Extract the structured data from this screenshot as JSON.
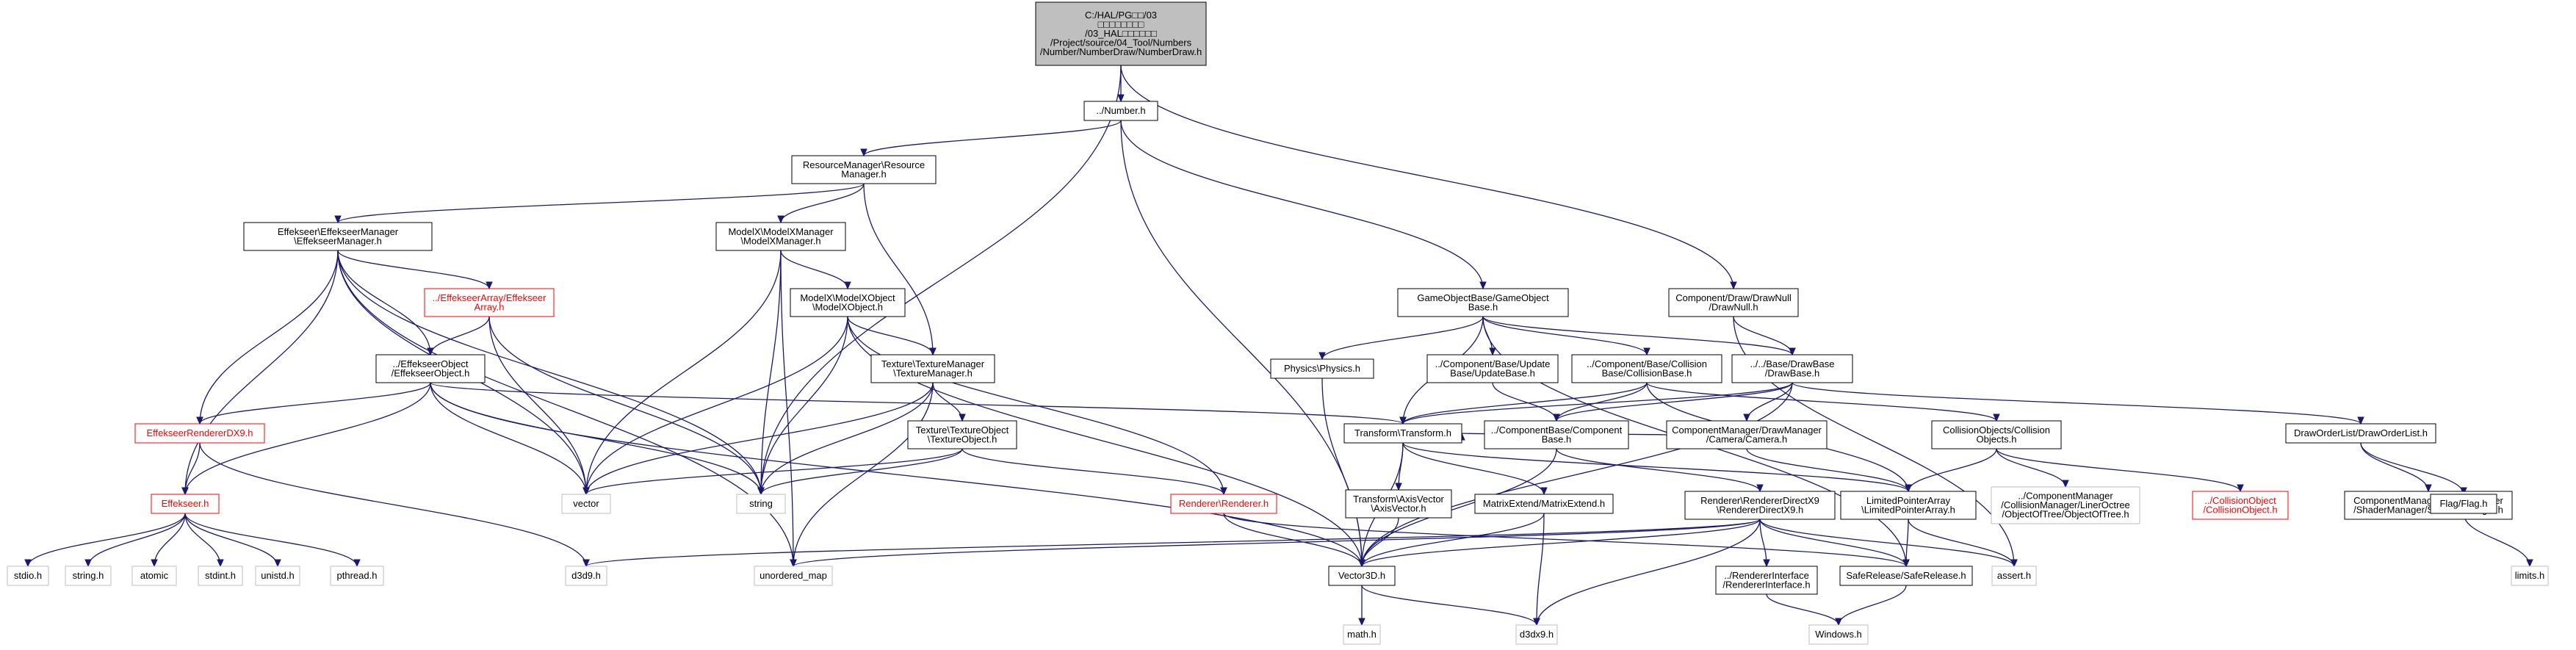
{
  "graph": {
    "title": "",
    "colors": {
      "edge": "#191970",
      "node_border": "#000000",
      "node_fill": "#ffffff",
      "root_fill": "#bfbfbf",
      "missing_border": "#bfbfbf",
      "broken_border": "#ff0000",
      "broken_text": "#ff0000"
    },
    "nodes": [
      {
        "id": "root",
        "lines": [
          "C:/HAL/PG□□/03",
          "□□□□□□□□",
          "/03_HAL□□□□□□",
          "/Project/source/04_Tool/Numbers",
          "/Number/NumberDraw/NumberDraw.h"
        ],
        "kind": "root"
      },
      {
        "id": "number",
        "lines": [
          "../Number.h"
        ],
        "kind": "file"
      },
      {
        "id": "resmgr",
        "lines": [
          "ResourceManager\\Resource",
          "Manager.h"
        ],
        "kind": "file"
      },
      {
        "id": "drawnull",
        "lines": [
          "Component/Draw/DrawNull",
          "/DrawNull.h"
        ],
        "kind": "file"
      },
      {
        "id": "goBase",
        "lines": [
          "GameObjectBase/GameObject",
          "Base.h"
        ],
        "kind": "file"
      },
      {
        "id": "effmgr",
        "lines": [
          "Effekseer\\EffekseerManager",
          "\\EffekseerManager.h"
        ],
        "kind": "file"
      },
      {
        "id": "modelxmgr",
        "lines": [
          "ModelX\\ModelXManager",
          "\\ModelXManager.h"
        ],
        "kind": "file"
      },
      {
        "id": "effarray",
        "lines": [
          "../EffekseerArray/Effekseer",
          "Array.h"
        ],
        "kind": "broken"
      },
      {
        "id": "modelxobj",
        "lines": [
          "ModelX\\ModelXObject",
          "\\ModelXObject.h"
        ],
        "kind": "file"
      },
      {
        "id": "texmgr",
        "lines": [
          "Texture\\TextureManager",
          "\\TextureManager.h"
        ],
        "kind": "file"
      },
      {
        "id": "effobj",
        "lines": [
          "../EffekseerObject",
          "/EffekseerObject.h"
        ],
        "kind": "file"
      },
      {
        "id": "effdx9",
        "lines": [
          "EffekseerRendererDX9.h"
        ],
        "kind": "broken"
      },
      {
        "id": "texobj",
        "lines": [
          "Texture\\TextureObject",
          "\\TextureObject.h"
        ],
        "kind": "file"
      },
      {
        "id": "physics",
        "lines": [
          "Physics\\Physics.h"
        ],
        "kind": "file"
      },
      {
        "id": "updbase",
        "lines": [
          "../Component/Base/Update",
          "Base/UpdateBase.h"
        ],
        "kind": "file"
      },
      {
        "id": "colbase",
        "lines": [
          "../Component/Base/Collision",
          "Base/CollisionBase.h"
        ],
        "kind": "file"
      },
      {
        "id": "drawbase",
        "lines": [
          "../../Base/DrawBase",
          "/DrawBase.h"
        ],
        "kind": "file"
      },
      {
        "id": "transform",
        "lines": [
          "Transform\\Transform.h"
        ],
        "kind": "file"
      },
      {
        "id": "compbase",
        "lines": [
          "../ComponentBase/Component",
          "Base.h"
        ],
        "kind": "file"
      },
      {
        "id": "camera",
        "lines": [
          "ComponentManager/DrawManager",
          "/Camera/Camera.h"
        ],
        "kind": "file"
      },
      {
        "id": "colobjs",
        "lines": [
          "CollisionObjects/Collision",
          "Objects.h"
        ],
        "kind": "file"
      },
      {
        "id": "draworder",
        "lines": [
          "DrawOrderList/DrawOrderList.h"
        ],
        "kind": "file"
      },
      {
        "id": "effeh",
        "lines": [
          "Effekseer.h"
        ],
        "kind": "broken"
      },
      {
        "id": "vector",
        "lines": [
          "vector"
        ],
        "kind": "missing"
      },
      {
        "id": "string",
        "lines": [
          "string"
        ],
        "kind": "missing"
      },
      {
        "id": "renderer",
        "lines": [
          "Renderer\\Renderer.h"
        ],
        "kind": "broken"
      },
      {
        "id": "axisvec",
        "lines": [
          "Transform\\AxisVector",
          "\\AxisVector.h"
        ],
        "kind": "file"
      },
      {
        "id": "matext",
        "lines": [
          "MatrixExtend/MatrixExtend.h"
        ],
        "kind": "file"
      },
      {
        "id": "rdx9",
        "lines": [
          "Renderer\\RendererDirectX9",
          "\\RendererDirectX9.h"
        ],
        "kind": "file"
      },
      {
        "id": "lpa",
        "lines": [
          "LimitedPointerArray",
          "\\LimitedPointerArray.h"
        ],
        "kind": "file"
      },
      {
        "id": "linoct",
        "lines": [
          "../ComponentManager",
          "/CollisionManager/LinerOctree",
          "/ObjectOfTree/ObjectOfTree.h"
        ],
        "kind": "missing"
      },
      {
        "id": "colobj",
        "lines": [
          "../CollisionObject",
          "/CollisionObject.h"
        ],
        "kind": "broken"
      },
      {
        "id": "shadermgr",
        "lines": [
          "ComponentManager/DrawManager",
          "/ShaderManager/ShaderManager.h"
        ],
        "kind": "file"
      },
      {
        "id": "flag",
        "lines": [
          "Flag/Flag.h"
        ],
        "kind": "file"
      },
      {
        "id": "stdio",
        "lines": [
          "stdio.h"
        ],
        "kind": "missing"
      },
      {
        "id": "stringh",
        "lines": [
          "string.h"
        ],
        "kind": "missing"
      },
      {
        "id": "atomic",
        "lines": [
          "atomic"
        ],
        "kind": "missing"
      },
      {
        "id": "stdint",
        "lines": [
          "stdint.h"
        ],
        "kind": "missing"
      },
      {
        "id": "unistd",
        "lines": [
          "unistd.h"
        ],
        "kind": "missing"
      },
      {
        "id": "pthread",
        "lines": [
          "pthread.h"
        ],
        "kind": "missing"
      },
      {
        "id": "d3d9",
        "lines": [
          "d3d9.h"
        ],
        "kind": "missing"
      },
      {
        "id": "umap",
        "lines": [
          "unordered_map"
        ],
        "kind": "missing"
      },
      {
        "id": "vec3d",
        "lines": [
          "Vector3D.h"
        ],
        "kind": "file"
      },
      {
        "id": "rif",
        "lines": [
          "../RendererInterface",
          "/RendererInterface.h"
        ],
        "kind": "file"
      },
      {
        "id": "safe",
        "lines": [
          "SafeRelease/SafeRelease.h"
        ],
        "kind": "file"
      },
      {
        "id": "assert",
        "lines": [
          "assert.h"
        ],
        "kind": "missing"
      },
      {
        "id": "limits",
        "lines": [
          "limits.h"
        ],
        "kind": "missing"
      },
      {
        "id": "math",
        "lines": [
          "math.h"
        ],
        "kind": "missing"
      },
      {
        "id": "d3dx9",
        "lines": [
          "d3dx9.h"
        ],
        "kind": "missing"
      },
      {
        "id": "windows",
        "lines": [
          "Windows.h"
        ],
        "kind": "missing"
      }
    ],
    "edges": [
      [
        "root",
        "number"
      ],
      [
        "root",
        "string"
      ],
      [
        "root",
        "drawnull"
      ],
      [
        "number",
        "resmgr"
      ],
      [
        "number",
        "goBase"
      ],
      [
        "number",
        "vec3d"
      ],
      [
        "resmgr",
        "effmgr"
      ],
      [
        "resmgr",
        "modelxmgr"
      ],
      [
        "resmgr",
        "texmgr"
      ],
      [
        "drawnull",
        "drawbase"
      ],
      [
        "drawnull",
        "assert"
      ],
      [
        "effmgr",
        "effarray"
      ],
      [
        "effmgr",
        "effobj"
      ],
      [
        "effmgr",
        "effdx9"
      ],
      [
        "effmgr",
        "effeh"
      ],
      [
        "effmgr",
        "vector"
      ],
      [
        "effmgr",
        "string"
      ],
      [
        "effmgr",
        "umap"
      ],
      [
        "modelxmgr",
        "modelxobj"
      ],
      [
        "modelxmgr",
        "vector"
      ],
      [
        "modelxmgr",
        "string"
      ],
      [
        "modelxmgr",
        "umap"
      ],
      [
        "effarray",
        "effobj"
      ],
      [
        "effarray",
        "vector"
      ],
      [
        "effarray",
        "string"
      ],
      [
        "modelxobj",
        "texmgr"
      ],
      [
        "modelxobj",
        "renderer"
      ],
      [
        "modelxobj",
        "vector"
      ],
      [
        "modelxobj",
        "string"
      ],
      [
        "modelxobj",
        "vec3d"
      ],
      [
        "effobj",
        "effdx9"
      ],
      [
        "effobj",
        "effeh"
      ],
      [
        "effobj",
        "transform"
      ],
      [
        "effobj",
        "vector"
      ],
      [
        "effobj",
        "string"
      ],
      [
        "effobj",
        "vec3d"
      ],
      [
        "texmgr",
        "texobj"
      ],
      [
        "texmgr",
        "vector"
      ],
      [
        "texmgr",
        "string"
      ],
      [
        "texmgr",
        "umap"
      ],
      [
        "texobj",
        "renderer"
      ],
      [
        "texobj",
        "vector"
      ],
      [
        "texobj",
        "string"
      ],
      [
        "effdx9",
        "effeh"
      ],
      [
        "effdx9",
        "d3d9"
      ],
      [
        "effeh",
        "stdio"
      ],
      [
        "effeh",
        "stringh"
      ],
      [
        "effeh",
        "atomic"
      ],
      [
        "effeh",
        "stdint"
      ],
      [
        "effeh",
        "unistd"
      ],
      [
        "effeh",
        "pthread"
      ],
      [
        "goBase",
        "physics"
      ],
      [
        "goBase",
        "updbase"
      ],
      [
        "goBase",
        "colbase"
      ],
      [
        "goBase",
        "drawbase"
      ],
      [
        "goBase",
        "transform"
      ],
      [
        "goBase",
        "safe"
      ],
      [
        "physics",
        "vec3d"
      ],
      [
        "updbase",
        "compbase"
      ],
      [
        "colbase",
        "compbase"
      ],
      [
        "colbase",
        "colobjs"
      ],
      [
        "colbase",
        "lpa"
      ],
      [
        "colbase",
        "transform"
      ],
      [
        "drawbase",
        "compbase"
      ],
      [
        "drawbase",
        "camera"
      ],
      [
        "drawbase",
        "draworder"
      ],
      [
        "drawbase",
        "transform"
      ],
      [
        "drawbase",
        "vec3d"
      ],
      [
        "transform",
        "axisvec"
      ],
      [
        "transform",
        "matext"
      ],
      [
        "transform",
        "vec3d"
      ],
      [
        "transform",
        "lpa"
      ],
      [
        "compbase",
        "rdx9"
      ],
      [
        "compbase",
        "vec3d"
      ],
      [
        "camera",
        "transform"
      ],
      [
        "camera",
        "lpa"
      ],
      [
        "colobjs",
        "lpa"
      ],
      [
        "colobjs",
        "linoct"
      ],
      [
        "colobjs",
        "colobj"
      ],
      [
        "draworder",
        "shadermgr"
      ],
      [
        "draworder",
        "flag"
      ],
      [
        "renderer",
        "vec3d"
      ],
      [
        "renderer",
        "safe"
      ],
      [
        "axisvec",
        "vec3d"
      ],
      [
        "matext",
        "vec3d"
      ],
      [
        "matext",
        "d3dx9"
      ],
      [
        "rdx9",
        "vec3d"
      ],
      [
        "rdx9",
        "rif"
      ],
      [
        "rdx9",
        "safe"
      ],
      [
        "rdx9",
        "d3d9"
      ],
      [
        "rdx9",
        "umap"
      ],
      [
        "rdx9",
        "assert"
      ],
      [
        "rdx9",
        "d3dx9"
      ],
      [
        "lpa",
        "safe"
      ],
      [
        "lpa",
        "assert"
      ],
      [
        "rif",
        "windows"
      ],
      [
        "safe",
        "windows"
      ],
      [
        "flag",
        "limits"
      ],
      [
        "vec3d",
        "math"
      ],
      [
        "vec3d",
        "d3dx9"
      ]
    ]
  }
}
